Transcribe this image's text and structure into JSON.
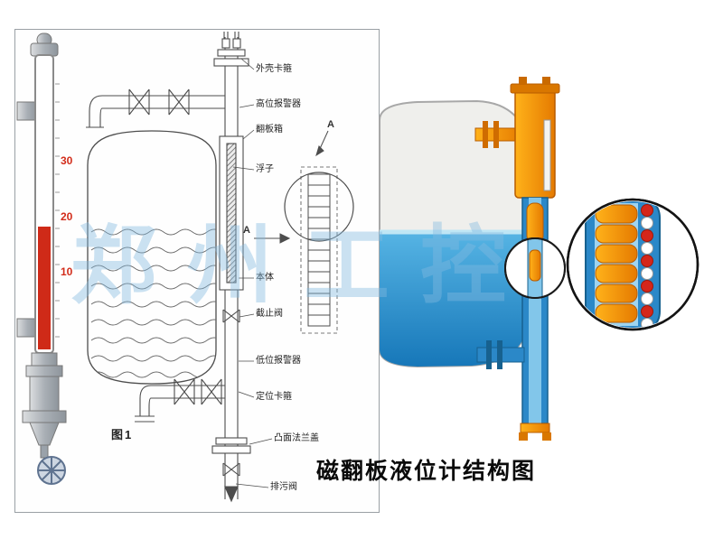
{
  "figure": {
    "caption": "磁翻板液位计结构图",
    "fig1_label": "图1",
    "watermark": "郑州工控"
  },
  "left_diagram": {
    "scale_marks": [
      "30",
      "20",
      "10"
    ],
    "section_marker": "A",
    "part_labels": [
      {
        "id": "shell-clamp",
        "text": "外壳卡箍"
      },
      {
        "id": "high-level-alarm",
        "text": "高位报警器"
      },
      {
        "id": "flap-box",
        "text": "翻板箱"
      },
      {
        "id": "float",
        "text": "浮子"
      },
      {
        "id": "gauge-body",
        "text": "本体"
      },
      {
        "id": "stop-valve",
        "text": "截止阀"
      },
      {
        "id": "low-level-alarm",
        "text": "低位报警器"
      },
      {
        "id": "position-clamp",
        "text": "定位卡箍"
      },
      {
        "id": "convex-flange-cover",
        "text": "凸面法兰盖"
      },
      {
        "id": "drain-valve",
        "text": "排污阀"
      }
    ]
  },
  "colors": {
    "gauge_orange": "#f08a00",
    "liquid_blue": "#2b88c8",
    "indicator_red": "#cf2a18",
    "scale_red": "#d22c1a",
    "line_color": "#4d4d4d"
  }
}
